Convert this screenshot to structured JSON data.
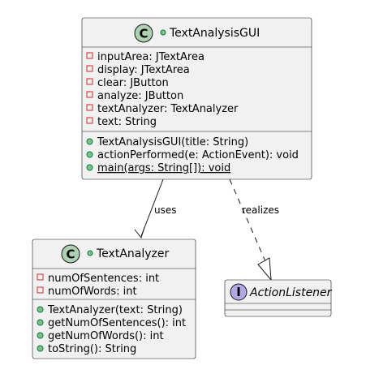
{
  "diagram": {
    "classes": [
      {
        "id": "TextAnalysisGUI",
        "stereotype_letter": "C",
        "stereotype_color": "#add1b2",
        "name": "TextAnalysisGUI",
        "fields": [
          {
            "visibility": "private",
            "text": "inputArea: JTextArea"
          },
          {
            "visibility": "private",
            "text": "display: JTextArea"
          },
          {
            "visibility": "private",
            "text": "clear: JButton"
          },
          {
            "visibility": "private",
            "text": "analyze: JButton"
          },
          {
            "visibility": "private",
            "text": "textAnalyzer: TextAnalyzer"
          },
          {
            "visibility": "private",
            "text": "text: String"
          }
        ],
        "methods": [
          {
            "visibility": "public",
            "text": "TextAnalysisGUI(title: String)",
            "static": false
          },
          {
            "visibility": "public",
            "text": "actionPerformed(e: ActionEvent): void",
            "static": false
          },
          {
            "visibility": "public",
            "text": "main(args: String[]): void",
            "static": true
          }
        ]
      },
      {
        "id": "TextAnalyzer",
        "stereotype_letter": "C",
        "stereotype_color": "#add1b2",
        "name": "TextAnalyzer",
        "fields": [
          {
            "visibility": "private",
            "text": "numOfSentences: int"
          },
          {
            "visibility": "private",
            "text": "numOfWords: int"
          }
        ],
        "methods": [
          {
            "visibility": "public",
            "text": "TextAnalyzer(text: String)",
            "static": false
          },
          {
            "visibility": "public",
            "text": "getNumOfSentences(): int",
            "static": false
          },
          {
            "visibility": "public",
            "text": "getNumOfWords(): int",
            "static": false
          },
          {
            "visibility": "public",
            "text": "toString(): String",
            "static": false
          }
        ]
      },
      {
        "id": "ActionListener",
        "stereotype_letter": "I",
        "stereotype_color": "#b4a7e5",
        "name": "ActionListener",
        "fields": [],
        "methods": []
      }
    ],
    "relations": [
      {
        "from": "TextAnalysisGUI",
        "to": "TextAnalyzer",
        "kind": "association",
        "label": "uses"
      },
      {
        "from": "TextAnalysisGUI",
        "to": "ActionListener",
        "kind": "realization",
        "label": "realizes"
      }
    ]
  }
}
